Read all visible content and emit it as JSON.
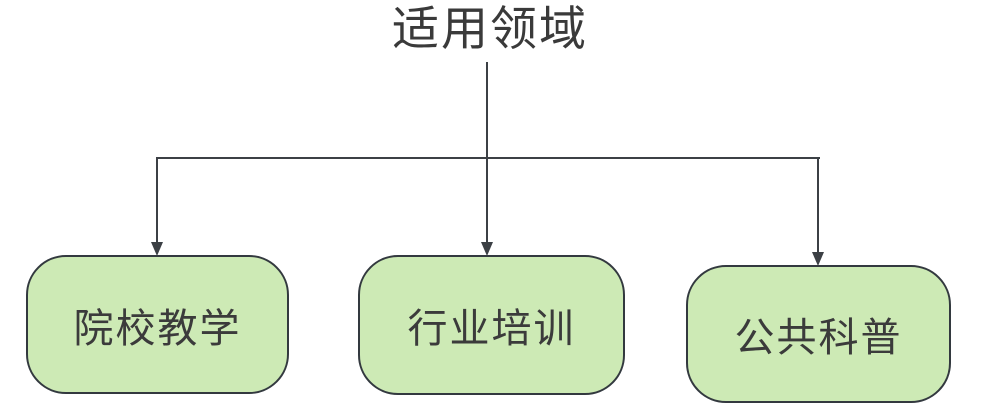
{
  "diagram": {
    "title": "适用领域",
    "nodes": [
      {
        "label": "院校教学"
      },
      {
        "label": "行业培训"
      },
      {
        "label": "公共科普"
      }
    ],
    "colors": {
      "node_fill": "#cdeab5",
      "node_border": "#33393f",
      "connector": "#3c4045",
      "text": "#3b3b3b"
    }
  }
}
